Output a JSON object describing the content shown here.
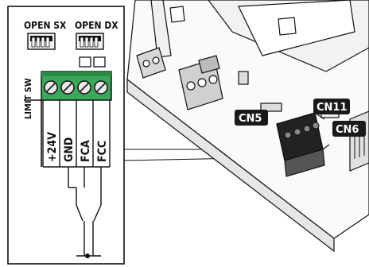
{
  "switches": {
    "left_label": "OPEN SX",
    "right_label": "OPEN DX"
  },
  "terminal_block": {
    "side_label": "LIMIT SW",
    "pins": [
      "+24V",
      "GND",
      "FCA",
      "FCC"
    ]
  },
  "connectors": {
    "cn5": "CN5",
    "cn11": "CN11",
    "cn6": "CN6"
  },
  "colors": {
    "terminal_green": "#3aa85a",
    "tag_background": "#1a1a1a",
    "line": "#111111"
  }
}
